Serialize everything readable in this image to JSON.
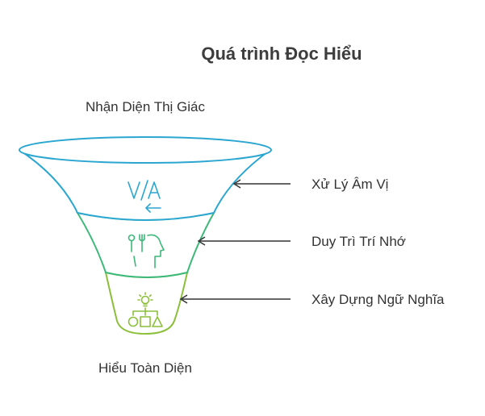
{
  "title": "Quá trình Đọc Hiểu",
  "top_label": "Nhận Diện Thị Giác",
  "bottom_label": "Hiểu Toàn Diện",
  "stages": [
    {
      "label": "Xử Lý Âm Vị",
      "icon": "phoneme-icon",
      "color": "#2aa6d0"
    },
    {
      "label": "Duy Trì Trí Nhớ",
      "icon": "memory-head-icon",
      "color": "#3cb878"
    },
    {
      "label": "Xây Dựng Ngữ Nghĩa",
      "icon": "semantic-structure-icon",
      "color": "#8cbf3a"
    }
  ],
  "colors": {
    "arrow": "#333333",
    "top_stage": "#2aa6d0",
    "mid_stage": "#3cb878",
    "bottom_stage": "#8cbf3a"
  }
}
